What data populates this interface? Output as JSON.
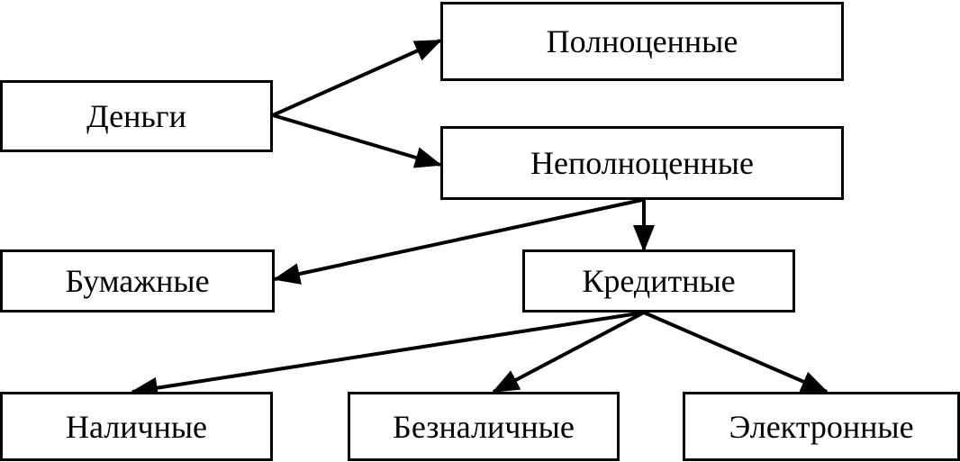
{
  "diagram": {
    "nodes": {
      "dengi": "Деньги",
      "polnocennye": "Полноценные",
      "nepolnocennye": "Неполноценные",
      "bumazhnye": "Бумажные",
      "kreditnye": "Кредитные",
      "nalichnye": "Наличные",
      "beznalichnye": "Безналичные",
      "elektronnye": "Электронные"
    },
    "edges": [
      {
        "from": "dengi",
        "to": "polnocennye"
      },
      {
        "from": "dengi",
        "to": "nepolnocennye"
      },
      {
        "from": "nepolnocennye",
        "to": "bumazhnye"
      },
      {
        "from": "nepolnocennye",
        "to": "kreditnye"
      },
      {
        "from": "kreditnye",
        "to": "nalichnye"
      },
      {
        "from": "kreditnye",
        "to": "beznalichnye"
      },
      {
        "from": "kreditnye",
        "to": "elektronnye"
      }
    ]
  }
}
